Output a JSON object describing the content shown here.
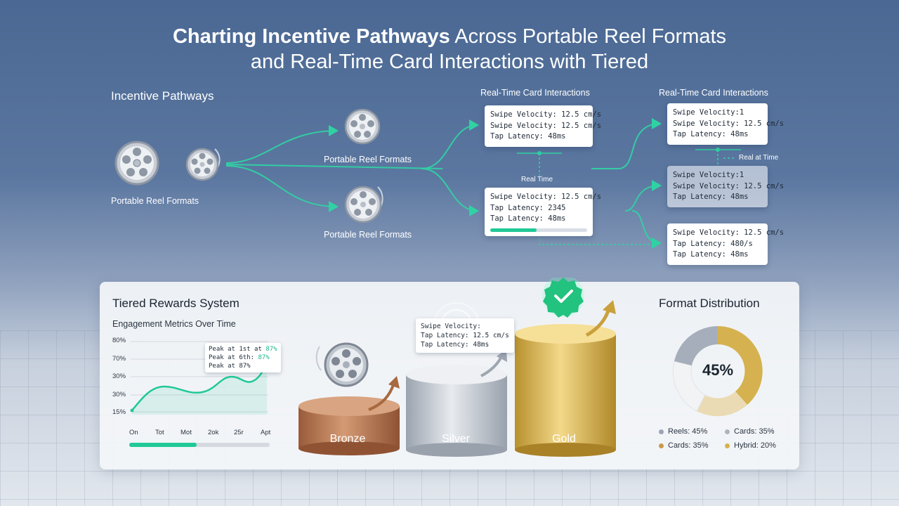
{
  "title": {
    "bold": "Charting Incentive Pathways",
    "rest": " Across Portable Reel Formats",
    "line2": "and Real-Time Card Interactions with Tiered"
  },
  "pathways": {
    "heading": "Incentive Pathways",
    "source_label": "Portable Reel Formats",
    "upper_label": "Portable Reel Formats",
    "lower_label": "Portable Reel Formats"
  },
  "interactions": {
    "heading_left": "Real-Time Card Interactions",
    "heading_right": "Real-Time Card Interactions",
    "real_time_label": "Real Time",
    "real_at_time_label": "Real at Time",
    "card_a": [
      "Swipe Velocity: 12.5 cm/s",
      "Swipe Velocity: 12.5 cm/s",
      "Tap Latency: 48ms"
    ],
    "card_b": [
      "Swipe Velocity: 12.5 cm/s",
      "Tap Latency: 2345",
      "Tap Latency: 48ms"
    ],
    "card_b_progress": 0.48,
    "card_c": [
      "Swipe Velocity:1",
      "Swipe Velocity: 12.5 cm/s",
      "Tap Latency: 48ms"
    ],
    "card_d": [
      "Swipe Velocity:1",
      "Swipe Velocity: 12.5 cm/s",
      "Tap Latency: 48ms"
    ],
    "card_e": [
      "Swipe Velocity: 12.5 cm/s",
      "Tap Latency: 480/s",
      "Tap Latency: 48ms"
    ]
  },
  "rewards": {
    "heading": "Tiered Rewards System",
    "metrics_title": "Engagement Metrics Over Time",
    "y_ticks": [
      "80%",
      "70%",
      "30%",
      "30%",
      "15%"
    ],
    "x_ticks": [
      "On",
      "Tot",
      "Mot",
      "2ok",
      "25r",
      "Apt"
    ],
    "peak_lines": [
      "Peak at 1st at ",
      "87%",
      "Peak at 6th: ",
      "87%",
      "Peak at 87%"
    ],
    "progress": 0.48,
    "swipe_card": [
      "Swipe Velocity:",
      "Tap Latency: 12.5 cm/s",
      "Tap Latency: 48ms"
    ],
    "tiers": [
      "Bronze",
      "Silver",
      "Gold"
    ]
  },
  "distribution": {
    "heading": "Format Distribution",
    "center": "45%",
    "legend": [
      {
        "label": "Reels: 45%",
        "color": "#9aa6b8"
      },
      {
        "label": "Cards: 35%",
        "color": "#b0b5bd"
      },
      {
        "label": "Cards: 35%",
        "color": "#c99a4a"
      },
      {
        "label": "Hybrid: 20%",
        "color": "#d9b04f"
      }
    ]
  },
  "colors": {
    "accent": "#20c997",
    "gold": "#d4ad45",
    "silver": "#b7bec8",
    "bronze": "#b3744f"
  },
  "icons": [
    "film-reel-icon",
    "check-badge-icon",
    "growth-arrow-icon"
  ]
}
